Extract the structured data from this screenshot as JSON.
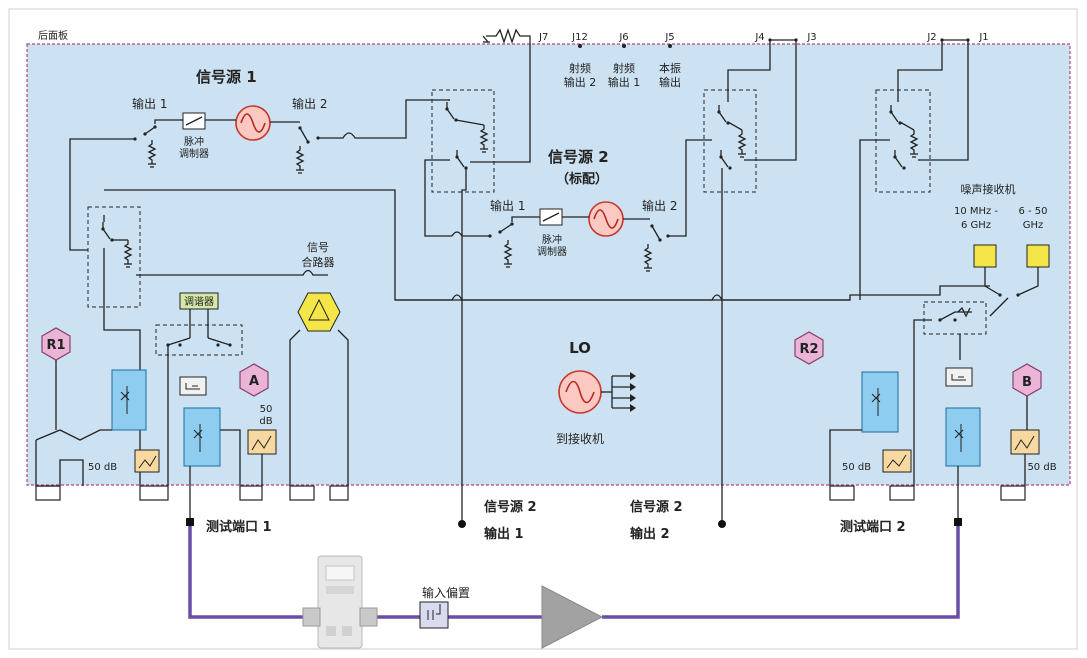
{
  "labels": {
    "rear_panel": "后面板",
    "source1_title": "信号源 1",
    "source1_out1": "输出 1",
    "source1_out2": "输出 2",
    "pulse_mod_1": "脉冲",
    "pulse_mod_2": "调制器",
    "source2_title": "信号源 2",
    "source2_subtitle": "（标配）",
    "source2_out1": "输出 1",
    "source2_out2": "输出 2",
    "combiner_1": "信号",
    "combiner_2": "合路器",
    "tuner": "调谐器",
    "lo": "LO",
    "to_receivers": "到接收机",
    "noise_receiver": "噪声接收机",
    "nr_band1_l1": "10 MHz -",
    "nr_band1_l2": "6 GHz",
    "nr_band2_l1": "6 - 50",
    "nr_band2_l2": "GHz",
    "att_50db": "50 dB",
    "att_50": "50",
    "att_db": "dB",
    "rf_out2_l1": "射频",
    "rf_out2_l2": "输出 2",
    "rf_out1_l1": "射频",
    "rf_out1_l2": "输出 1",
    "lo_out_l1": "本振",
    "lo_out_l2": "输出",
    "test_port1": "测试端口 1",
    "test_port2": "测试端口 2",
    "src2_out1_a": "信号源 2",
    "src2_out1_b": "输出 1",
    "src2_out2_a": "信号源 2",
    "src2_out2_b": "输出 2",
    "input_bias": "输入偏置"
  },
  "connectors": [
    "J7",
    "J12",
    "J6",
    "J5",
    "J4",
    "J3",
    "J2",
    "J1"
  ],
  "receivers": [
    "R1",
    "A",
    "R2",
    "B"
  ],
  "colors": {
    "panel_bg": "#cce2f2",
    "panel_border": "#b5477a",
    "receiver_fill": "#e9b4d6",
    "receiver_stroke": "#8a3f6e",
    "coupler_fill": "#8ecdf0",
    "coupler_stroke": "#1b6f9c",
    "attenuator_fill": "#f7d8a0",
    "source_fill": "#fbc9c2",
    "source_stroke": "#c8352b",
    "noise_fill": "#f4e649",
    "tuner_fill": "#d6e9a8",
    "combiner_fill": "#f4e649",
    "cable": "#6b4ea8",
    "amplifier": "#a2a2a2"
  }
}
